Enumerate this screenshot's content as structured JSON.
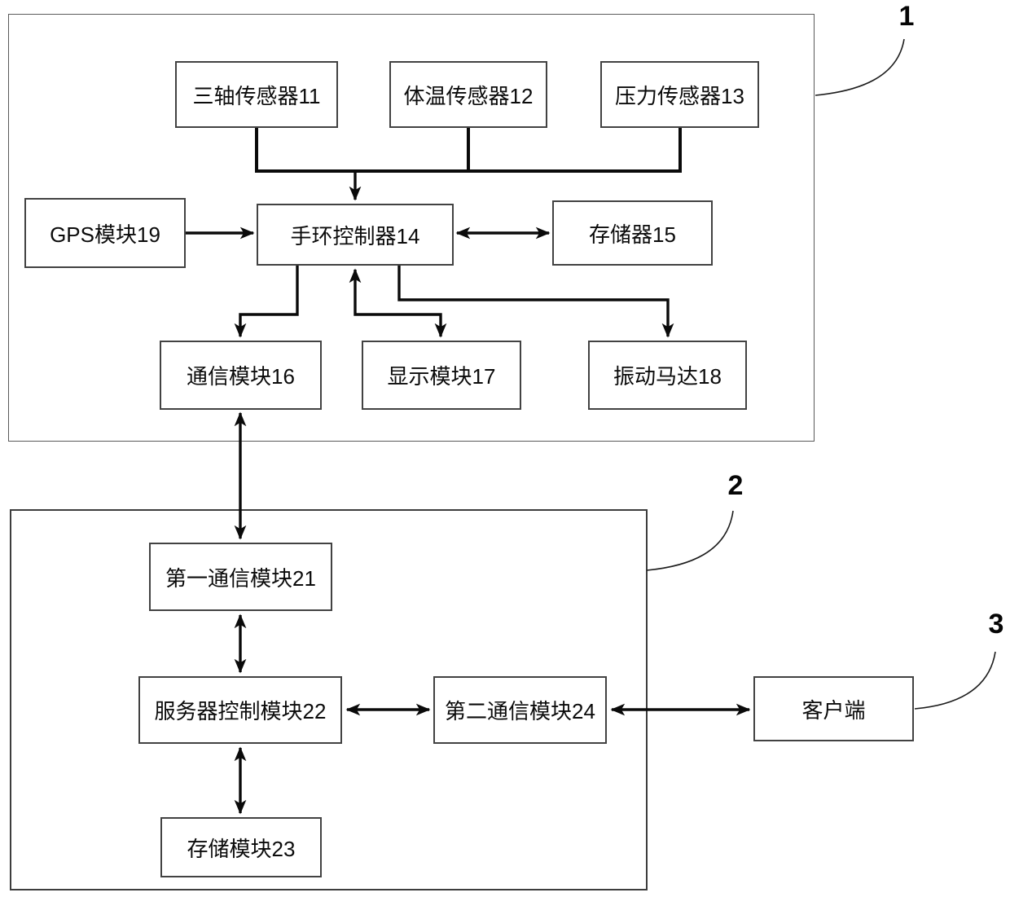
{
  "diagram_type": "patent-style block diagram (smart bracelet monitoring system)",
  "colors": {
    "background": "#ffffff",
    "line": "#0a0a0a",
    "box_border": "#424242",
    "container1_border": "#5a5a5a",
    "container2_border": "#3d3d3d",
    "text": "#0b0b0b"
  },
  "refs": {
    "bracelet_system": "1",
    "server_system": "2",
    "client_system": "3"
  },
  "nodes": {
    "three_axis_sensor": {
      "label": "三轴传感器11"
    },
    "temp_sensor": {
      "label": "体温传感器12"
    },
    "pressure_sensor": {
      "label": "压力传感器13"
    },
    "gps_module": {
      "label": "GPS模块19"
    },
    "bracelet_controller": {
      "label": "手环控制器14"
    },
    "memory": {
      "label": "存储器15"
    },
    "comm_module": {
      "label": "通信模块16"
    },
    "display_module": {
      "label": "显示模块17"
    },
    "vibration_motor": {
      "label": "振动马达18"
    },
    "first_comm_module": {
      "label": "第一通信模块21"
    },
    "server_control_module": {
      "label": "服务器控制模块22"
    },
    "storage_module": {
      "label": "存储模块23"
    },
    "second_comm_module": {
      "label": "第二通信模块24"
    },
    "client": {
      "label": "客户端"
    }
  },
  "containers": {
    "bracelet_system": {
      "ref": "1",
      "members": [
        "three_axis_sensor",
        "temp_sensor",
        "pressure_sensor",
        "gps_module",
        "bracelet_controller",
        "memory",
        "comm_module",
        "display_module",
        "vibration_motor"
      ]
    },
    "server_system": {
      "ref": "2",
      "members": [
        "first_comm_module",
        "server_control_module",
        "storage_module",
        "second_comm_module"
      ]
    }
  },
  "edges": [
    {
      "from": "three_axis_sensor",
      "to": "bracelet_controller",
      "style": "bus-arrow"
    },
    {
      "from": "temp_sensor",
      "to": "bracelet_controller",
      "style": "bus-arrow"
    },
    {
      "from": "pressure_sensor",
      "to": "bracelet_controller",
      "style": "bus-arrow"
    },
    {
      "from": "gps_module",
      "to": "bracelet_controller",
      "style": "arrow"
    },
    {
      "from": "bracelet_controller",
      "to": "memory",
      "style": "double-arrow"
    },
    {
      "from": "bracelet_controller",
      "to": "comm_module",
      "style": "arrow"
    },
    {
      "from": "bracelet_controller",
      "to": "display_module",
      "style": "double-arrow"
    },
    {
      "from": "bracelet_controller",
      "to": "vibration_motor",
      "style": "arrow"
    },
    {
      "from": "comm_module",
      "to": "first_comm_module",
      "style": "double-arrow"
    },
    {
      "from": "first_comm_module",
      "to": "server_control_module",
      "style": "double-arrow"
    },
    {
      "from": "server_control_module",
      "to": "second_comm_module",
      "style": "double-arrow"
    },
    {
      "from": "second_comm_module",
      "to": "client",
      "style": "double-arrow"
    },
    {
      "from": "server_control_module",
      "to": "storage_module",
      "style": "double-arrow"
    }
  ]
}
